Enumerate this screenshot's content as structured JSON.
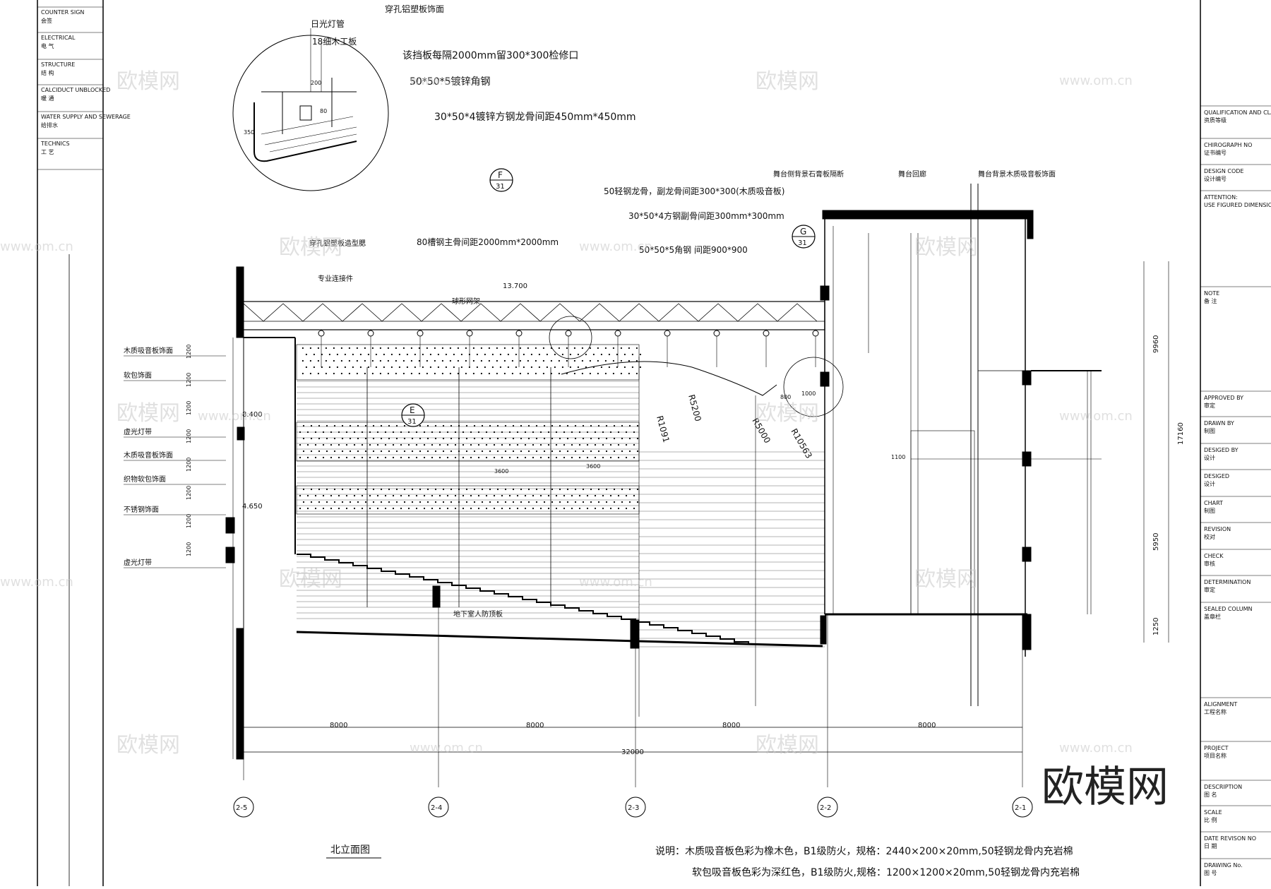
{
  "drawing_title": "北立面图",
  "notes": {
    "line1": "说明：木质吸音板色彩为橡木色，B1级防火，规格：2440×200×20mm,50轻钢龙骨内充岩棉",
    "line2": "软包吸音板色彩为深红色，B1级防火,规格：1200×1200×20mm,50轻钢龙骨内充岩棉"
  },
  "callouts": {
    "c1": "穿孔铝塑板饰面",
    "c2": "日光灯管",
    "c3": "18细木工板",
    "c4": "该挡板每隔2000mm留300*300检修口",
    "c5": "50*50*5镀锌角钢",
    "c6": "30*50*4镀锌方钢龙骨间距450mm*450mm",
    "c7": "50轻钢龙骨，副龙骨间距300*300(木质吸音板)",
    "c8": "30*50*4方钢副骨间距300mm*300mm",
    "c9": "50*50*5角钢 间距900*900",
    "c10": "80槽钢主骨间距2000mm*2000mm",
    "c11": "穿孔铝塑板造型腮",
    "c12": "专业连接件",
    "c13": "球形网架",
    "c14": "舞台侧背景石膏板隔断",
    "c15": "舞台回廊",
    "c16": "舞台背景木质吸音板饰面",
    "c17": "地下室人防顶板"
  },
  "left_labels": [
    "木质吸音板饰面",
    "软包饰面",
    "虚光灯带",
    "木质吸音板饰面",
    "织物软包饰面",
    "不锈钢饰面",
    "虚光灯带"
  ],
  "elevations": {
    "e1": "13.700",
    "e2": "8.400",
    "e3": "4.650"
  },
  "markers": {
    "f": {
      "letter": "F",
      "num": "31"
    },
    "g": {
      "letter": "G",
      "num": "31"
    },
    "e": {
      "letter": "E",
      "num": "31"
    }
  },
  "dims": {
    "bay": "8000",
    "total": "32000",
    "d3600": "3600",
    "d1200": "1200",
    "d200": "200",
    "d350": "350",
    "d80": "80",
    "d1100": "1100",
    "d800": "800",
    "d1000": "1000",
    "r1": "R1091",
    "r2": "R5200",
    "r3": "R5000",
    "r4": "R10563",
    "right_dims": [
      "9960",
      "17160",
      "5950",
      "1250"
    ]
  },
  "axes": [
    "2-5",
    "2-4",
    "2-3",
    "2-2",
    "2-1"
  ],
  "left_strip": [
    {
      "en": "COUNTER SIGN",
      "cn": "会签"
    },
    {
      "en": "ELECTRICAL",
      "cn": "电 气"
    },
    {
      "en": "STRUCTURE",
      "cn": "结 构"
    },
    {
      "en": "CALCIDUCT UNBLOCKED",
      "cn": "暖 通"
    },
    {
      "en": "WATER SUPPLY AND SEWERAGE",
      "cn": "给排水"
    },
    {
      "en": "TECHNICS",
      "cn": "工 艺"
    }
  ],
  "title_block": [
    {
      "en": "QUALIFICATION AND CLASS: FIRST CLASS",
      "cn": "资质等级"
    },
    {
      "en": "CHIROGRAPH NO",
      "cn": "证书编号"
    },
    {
      "en": "DESIGN CODE",
      "cn": "设计编号"
    },
    {
      "en": "ATTENTION:",
      "cn": "USE FIGURED DIMENSIONS, READ THE DRAWING IN ALL RELATED DRAWINGS"
    },
    {
      "en": "NOTE",
      "cn": "备 注"
    },
    {
      "en": "APPROVED BY",
      "cn": "审定"
    },
    {
      "en": "DRAWN BY",
      "cn": "制图"
    },
    {
      "en": "DESIGED BY",
      "cn": "设计"
    },
    {
      "en": "DESIGED",
      "cn": "设计"
    },
    {
      "en": "CHART",
      "cn": "制图"
    },
    {
      "en": "REVISION",
      "cn": "校对"
    },
    {
      "en": "CHECK",
      "cn": "审核"
    },
    {
      "en": "DETERMINATION",
      "cn": "审定"
    },
    {
      "en": "SEALED COLUMN",
      "cn": "盖章栏"
    },
    {
      "en": "ALIGNMENT",
      "cn": "工程名称"
    },
    {
      "en": "PROJECT",
      "cn": "项目名称"
    },
    {
      "en": "DESCRIPTION",
      "cn": "图 名"
    },
    {
      "en": "SCALE",
      "cn": "比 例"
    },
    {
      "en": "DATE REVISON NO",
      "cn": "日 期"
    },
    {
      "en": "DRAWING No.",
      "cn": "图 号"
    }
  ],
  "watermark": "欧模网",
  "watermark_url": "www.om.cn",
  "logo": "欧模网"
}
